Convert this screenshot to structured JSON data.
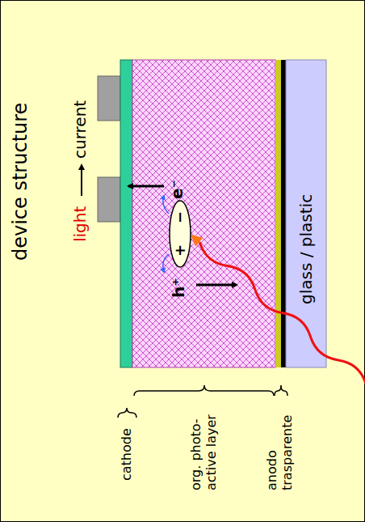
{
  "diagram": {
    "title": "device structure",
    "nodes": [
      {
        "text": [
          "glass / plastic"
        ]
      },
      {
        "text": [
          "+",
          "−"
        ]
      }
    ],
    "labels": [
      "light",
      "current",
      "cathode",
      "org. photo- active layer",
      "anodo trasparente",
      "h⁺",
      "e⁻"
    ]
  }
}
